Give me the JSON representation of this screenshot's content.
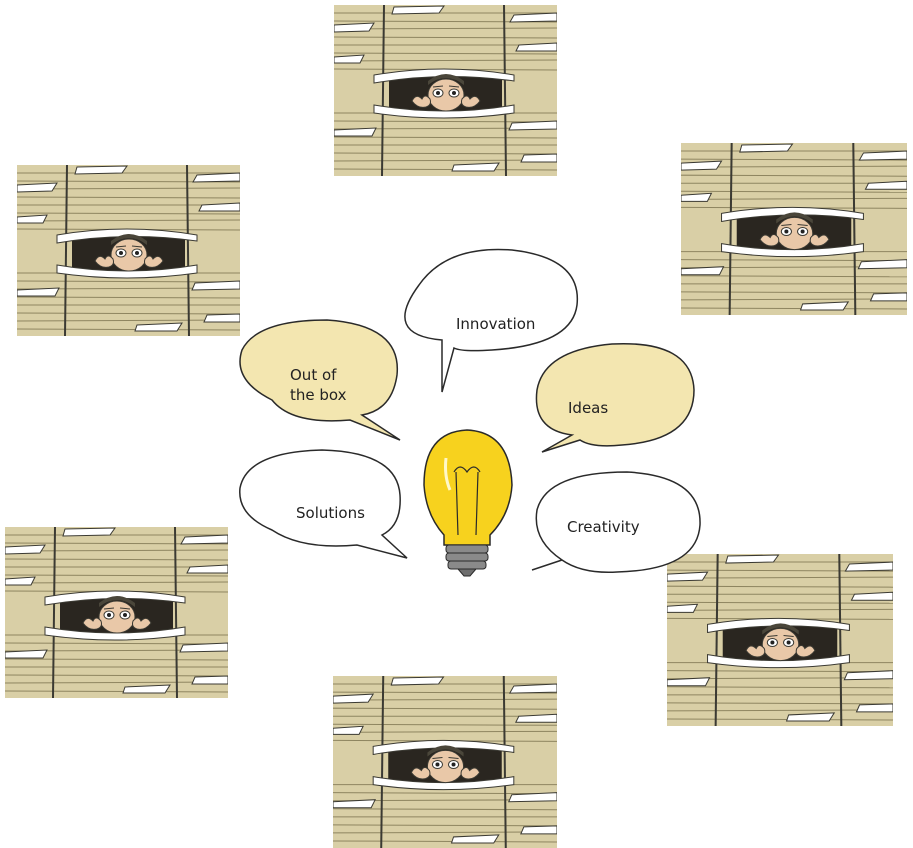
{
  "illustration": {
    "bubbles": {
      "innovation": "Innovation",
      "out_of_the_box_line1": "Out of",
      "out_of_the_box_line2": "the box",
      "ideas": "Ideas",
      "solutions": "Solutions",
      "creativity": "Creativity"
    },
    "colors": {
      "bubble_highlight": "#f3e6b0",
      "bubble_plain": "#ffffff",
      "bulb_glass": "#f7d21e",
      "bulb_base": "#8a8a8a",
      "paper_stack": "#d9cfa6"
    },
    "icons": {
      "center": "light-bulb-icon",
      "tiles": "person-peeking-through-paper-stacks"
    }
  }
}
